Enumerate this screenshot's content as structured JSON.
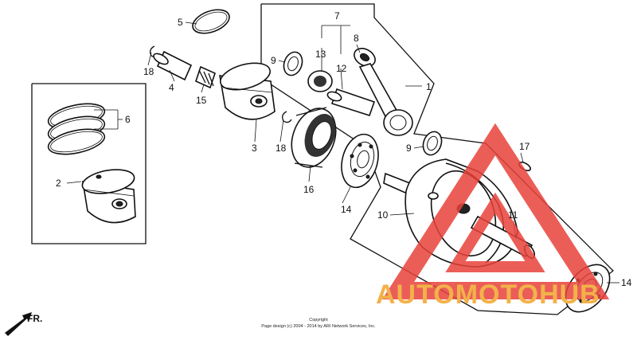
{
  "callouts": {
    "c1": "1",
    "c2": "2",
    "c3": "3",
    "c4": "4",
    "c5": "5",
    "c6": "6",
    "c7": "7",
    "c8": "8",
    "c9a": "9",
    "c9b": "9",
    "c10": "10",
    "c11": "11",
    "c12": "12",
    "c13": "13",
    "c14a": "14",
    "c14b": "14",
    "c15": "15",
    "c16": "16",
    "c17": "17",
    "c18a": "18",
    "c18b": "18"
  },
  "front_arrow_label": "FR.",
  "copyright": {
    "line1": "Copyright",
    "line2": "Page design (c) 2004 - 2014 by ARI Network Services, Inc."
  },
  "watermark": {
    "text": "AUTOMOTOHUB",
    "colors": {
      "triangle": "#e8423b",
      "text": "#f2b24a"
    }
  }
}
